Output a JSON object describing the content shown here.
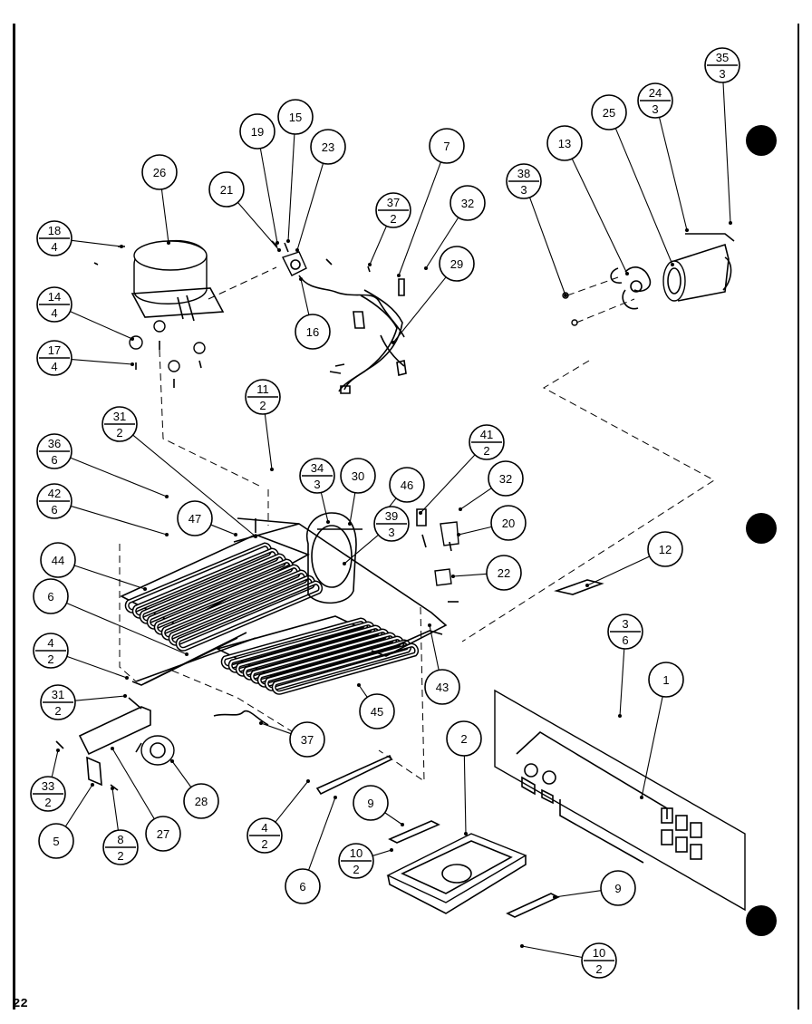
{
  "page": {
    "number": "22"
  },
  "callouts": [
    {
      "id": "c26",
      "top": "26"
    },
    {
      "id": "c18",
      "top": "18",
      "bottom": "4"
    },
    {
      "id": "c14",
      "top": "14",
      "bottom": "4"
    },
    {
      "id": "c17",
      "top": "17",
      "bottom": "4"
    },
    {
      "id": "c19",
      "top": "19"
    },
    {
      "id": "c15",
      "top": "15"
    },
    {
      "id": "c23",
      "top": "23"
    },
    {
      "id": "c21",
      "top": "21"
    },
    {
      "id": "c16",
      "top": "16"
    },
    {
      "id": "c7",
      "top": "7"
    },
    {
      "id": "c37a",
      "top": "37",
      "bottom": "2"
    },
    {
      "id": "c32a",
      "top": "32"
    },
    {
      "id": "c29",
      "top": "29"
    },
    {
      "id": "c35",
      "top": "35",
      "bottom": "3"
    },
    {
      "id": "c24",
      "top": "24",
      "bottom": "3"
    },
    {
      "id": "c25",
      "top": "25"
    },
    {
      "id": "c13",
      "top": "13"
    },
    {
      "id": "c38",
      "top": "38",
      "bottom": "3"
    },
    {
      "id": "c11",
      "top": "11",
      "bottom": "2"
    },
    {
      "id": "c31a",
      "top": "31",
      "bottom": "2"
    },
    {
      "id": "c36",
      "top": "36",
      "bottom": "6"
    },
    {
      "id": "c42",
      "top": "42",
      "bottom": "6"
    },
    {
      "id": "c47",
      "top": "47"
    },
    {
      "id": "c44",
      "top": "44"
    },
    {
      "id": "c6a",
      "top": "6"
    },
    {
      "id": "c4a",
      "top": "4",
      "bottom": "2"
    },
    {
      "id": "c31b",
      "top": "31",
      "bottom": "2"
    },
    {
      "id": "c33",
      "top": "33",
      "bottom": "2"
    },
    {
      "id": "c5",
      "top": "5"
    },
    {
      "id": "c8",
      "top": "8",
      "bottom": "2"
    },
    {
      "id": "c27",
      "top": "27"
    },
    {
      "id": "c28",
      "top": "28"
    },
    {
      "id": "c34",
      "top": "34",
      "bottom": "3"
    },
    {
      "id": "c30",
      "top": "30"
    },
    {
      "id": "c46a",
      "top": "46"
    },
    {
      "id": "c39",
      "top": "39",
      "bottom": "3"
    },
    {
      "id": "c41",
      "top": "41",
      "bottom": "2"
    },
    {
      "id": "c32b",
      "top": "32"
    },
    {
      "id": "c20",
      "top": "20"
    },
    {
      "id": "c22",
      "top": "22"
    },
    {
      "id": "c12",
      "top": "12"
    },
    {
      "id": "c3",
      "top": "3",
      "bottom": "6"
    },
    {
      "id": "c1",
      "top": "1"
    },
    {
      "id": "c43",
      "top": "43"
    },
    {
      "id": "c45",
      "top": "45"
    },
    {
      "id": "c37b",
      "top": "37"
    },
    {
      "id": "c2",
      "top": "2"
    },
    {
      "id": "c4b",
      "top": "4",
      "bottom": "2"
    },
    {
      "id": "c6b",
      "top": "6"
    },
    {
      "id": "c9a",
      "top": "9"
    },
    {
      "id": "c10a",
      "top": "10",
      "bottom": "2"
    },
    {
      "id": "c9b",
      "top": "9"
    },
    {
      "id": "c10b",
      "top": "10",
      "bottom": "2"
    }
  ]
}
